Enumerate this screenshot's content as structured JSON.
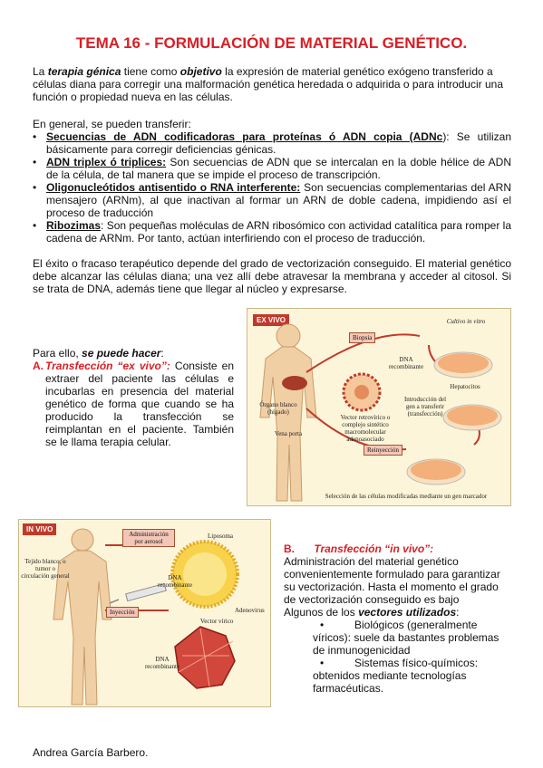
{
  "title": "TEMA 16 - FORMULACIÓN DE MATERIAL GENÉTICO.",
  "intro": {
    "p1": "La",
    "p2": "terapia génica",
    "p3": "tiene como",
    "p4": "objetivo",
    "p5": "la expresión de material genético exógeno transferido a células diana para corregir una malformación genética heredada o adquirida o para introducir una función o propiedad nueva en las células."
  },
  "list_intro": "En general, se pueden transferir:",
  "items": [
    {
      "term": "Secuencias de ADN codificadoras para proteínas ó ADN copia (ADNc",
      "text": "): Se utilizan básicamente para corregir deficiencias génicas."
    },
    {
      "term": "ADN triplex ó triplices:",
      "text": " Son secuencias de ADN que se intercalan en la doble hélice de ADN de la célula, de tal manera que se impide el proceso de transcripción."
    },
    {
      "term": "Oligonucleótidos antisentido o RNA interferente:",
      "text": " Son secuencias complementarias del ARN mensajero (ARNm), al que inactivan al formar un ARN de doble cadena, impidiendo así el proceso de traducción"
    },
    {
      "term": "Ribozimas",
      "text": ": Son pequeñas moléculas de ARN ribosómico con actividad catalítica para romper la cadena de ARNm. Por tanto, actúan interfiriendo con el proceso de traducción."
    }
  ],
  "exito": "El éxito o fracaso terapéutico depende del grado de vectorización conseguido. El material genético debe alcanzar las células diana; una vez allí debe atravesar la membrana y acceder al citosol. Si se trata de DNA, además tiene que llegar al núcleo y expresarse.",
  "section_a": {
    "lead1": "Para ello,",
    "lead2": "se puede hacer",
    "lead3": ":",
    "letter": "A.",
    "heading": "Transfección “ex vivo”:",
    "text": "Consiste en extraer del paciente las células e incubarlas en presencia del material genético de forma que cuando se ha producido la transfección se reimplantan en el paciente. También se le llama terapia celular."
  },
  "fig_ex_vivo": {
    "tag": "EX VIVO",
    "labels": {
      "biopsia": "Biopsia",
      "cultivo": "Cultivo in vitro",
      "dna": "DNA recombinante",
      "hepatocitos": "Hepatocitos",
      "organo": "Órgano blanco (hígado)",
      "vector": "Vector retrovírico o complejo sintético macromolecular adenoasociado",
      "introduccion": "Introducción del gen a transferir (transfección)",
      "vena": "Vena porta",
      "reinyeccion": "Reinyección",
      "seleccion": "Selección de las células modificadas mediante un gen marcador"
    }
  },
  "fig_in_vivo": {
    "tag": "IN VIVO",
    "labels": {
      "aerosol": "Administración por aerosol",
      "liposoma": "Liposoma",
      "tejido": "Tejido blanco, o tumor o circulación general",
      "dna1": "DNA recombinante",
      "adenovirus": "Adenovirus",
      "inyeccion": "Inyección",
      "vector": "Vector vírico",
      "dna2": "DNA recombinante"
    }
  },
  "section_b": {
    "letter": "B.",
    "heading": "Transfección “in vivo”:",
    "text": "Administración del material genético convenientemente formulado para garantizar su vectorización. Hasta el momento el grado de vectorización conseguido es bajo",
    "vectors_lead": "Algunos de los",
    "vectors_term": "vectores utilizados",
    "vectors_end": ":",
    "bullet1": "Biológicos (generalmente víricos): suele da bastantes problemas de inmunogenicidad",
    "bullet2": "Sistemas físico-químicos: obtenidos mediante tecnologías farmacéuticas."
  },
  "footer": "Andrea García Barbero."
}
